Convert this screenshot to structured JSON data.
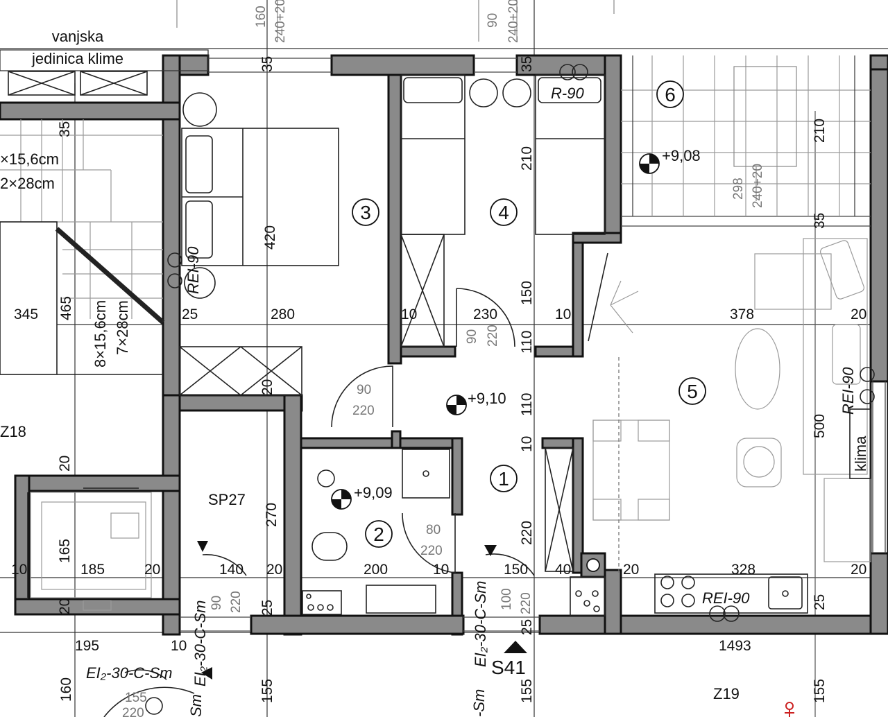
{
  "labels": {
    "ac_unit_line1": "vanjska",
    "ac_unit_line2": "jedinica klime",
    "stair1": "×15,6cm",
    "stair2": "2×28cm",
    "stair3": "8×15,6cm",
    "stair4": "7×28cm",
    "z18": "Z18",
    "sp27": "SP27",
    "z19": "Z19",
    "s41": "S41",
    "klima": "klima",
    "r90": "R-90",
    "rei90_a": "REI-90",
    "rei90_b": "REI-90",
    "rei90_c": "REI-90",
    "ei2_a": "EI₂-30-C-Sm",
    "ei2_b": "EI₂-30-C-Sm",
    "ei2_c": "EI₂-30-C-Sm",
    "sm_a": "Sm",
    "sm_b": "-Sm"
  },
  "rooms": {
    "r1": "1",
    "r2": "2",
    "r3": "3",
    "r4": "4",
    "r5": "5",
    "r6": "6"
  },
  "levels": {
    "l1": "+9,10",
    "l2": "+9,09",
    "l3": "+9,08"
  },
  "dimensions": {
    "d160": "160",
    "d240_20a": "240+20",
    "d90": "90",
    "d240_20b": "240+20",
    "d35a": "35",
    "d35b": "35",
    "d35c": "35",
    "d35d": "35",
    "d210a": "210",
    "d210b": "210",
    "d298": "298",
    "d240_20c": "240+20",
    "d420": "420",
    "d465": "465",
    "d150a": "150",
    "d345": "345",
    "d25a": "25",
    "d280": "280",
    "d10a": "10",
    "d230": "230",
    "d10b": "10",
    "d378": "378",
    "d20a": "20",
    "d90door1": "90",
    "d220door1": "220",
    "d110a": "110",
    "d20b": "20",
    "d90door2": "90",
    "d220door2": "220",
    "d110b": "110",
    "d500": "500",
    "d10c": "10",
    "d20c": "20",
    "d270": "270",
    "d80door": "80",
    "d220door3": "220",
    "d220": "220",
    "d165": "165",
    "d10d": "10",
    "d185": "185",
    "d20d": "20",
    "d140": "140",
    "d20e": "20",
    "d200": "200",
    "d10e": "10",
    "d150b": "150",
    "d40": "40",
    "d20f": "20",
    "d328": "328",
    "d20g": "20",
    "d20h": "20",
    "d90door4": "90",
    "d220door4": "220",
    "d25b": "25",
    "d100door": "100",
    "d220door5": "220",
    "d25c": "25",
    "d25d": "25",
    "d195": "195",
    "d10f": "10",
    "d1493": "1493",
    "d160b": "160",
    "d155a": "155",
    "d155b": "155",
    "d155c": "155",
    "d155door": "155",
    "d220door6": "220"
  },
  "colors": {
    "wall_fill": "#8a8a8a",
    "line": "#111111",
    "dim_grey": "#777777",
    "red_marker": "#cc2222"
  }
}
